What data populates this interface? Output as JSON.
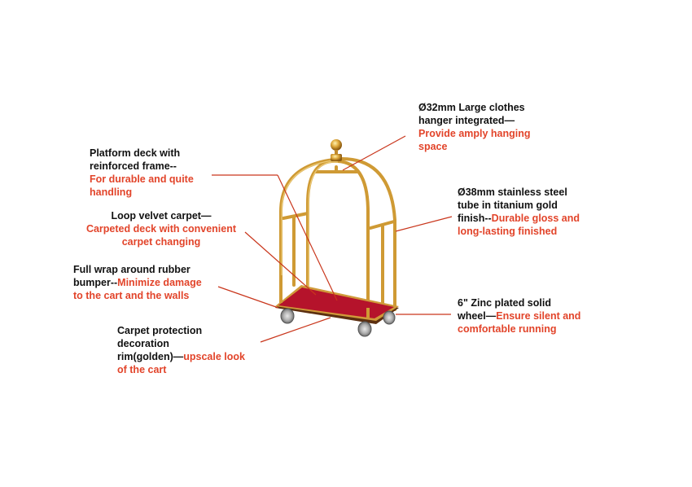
{
  "colors": {
    "black_text": "#111111",
    "red_text": "#e2442a",
    "leader_line": "#c9361c",
    "gold": "#d4a23a",
    "gold_dark": "#a8741c",
    "carpet": "#b5132b",
    "rim": "#6b3a12",
    "wheel": "#b8b8b8"
  },
  "annotations": [
    {
      "id": "hanger",
      "black": "Ø32mm Large clothes hanger integrated—",
      "red": "Provide amply hanging space"
    },
    {
      "id": "platform",
      "black": "Platform deck with reinforced frame--",
      "red": "For durable and quite handling"
    },
    {
      "id": "carpet",
      "black": "Loop velvet carpet—",
      "red": "Carpeted deck with convenient carpet changing"
    },
    {
      "id": "bumper",
      "black": "Full wrap around rubber bumper--",
      "red": "Minimize damage to the cart and the walls"
    },
    {
      "id": "rim",
      "black": "Carpet protection decoration rim(golden)—",
      "red": "upscale look of the cart"
    },
    {
      "id": "tube",
      "black": "Ø38mm stainless steel tube in titanium gold finish--",
      "red": "Durable gloss and long-lasting finished"
    },
    {
      "id": "wheel",
      "black": "6\" Zinc plated solid wheel—",
      "red": "Ensure silent and comfortable running"
    }
  ],
  "lines": {
    "hanger_l1": "Ø32mm Large clothes",
    "hanger_l2": "hanger integrated—",
    "hanger_l3": "Provide amply hanging",
    "hanger_l4": "space",
    "platform_l1": "Platform deck with",
    "platform_l2": "reinforced frame--",
    "platform_l3": "For durable and quite",
    "platform_l4": "handling",
    "carpet_l1": "Loop velvet carpet—",
    "carpet_l2": "Carpeted deck with convenient",
    "carpet_l3": "carpet changing",
    "bumper_l1": "Full wrap around rubber",
    "bumper_l2a": "bumper--",
    "bumper_l2b": "Minimize damage",
    "bumper_l3": "to the cart and the walls",
    "rim_l1": "Carpet protection",
    "rim_l2": "decoration",
    "rim_l3a": "rim(golden)—",
    "rim_l3b": "upscale look",
    "rim_l4": "of the cart",
    "tube_l1": "Ø38mm stainless steel",
    "tube_l2": "tube in titanium gold",
    "tube_l3a": "finish--",
    "tube_l3b": "Durable gloss and",
    "tube_l4": "long-lasting finished",
    "wheel_l1": "6\" Zinc plated solid",
    "wheel_l2a": "wheel—",
    "wheel_l2b": "Ensure silent and",
    "wheel_l3": "comfortable running"
  }
}
